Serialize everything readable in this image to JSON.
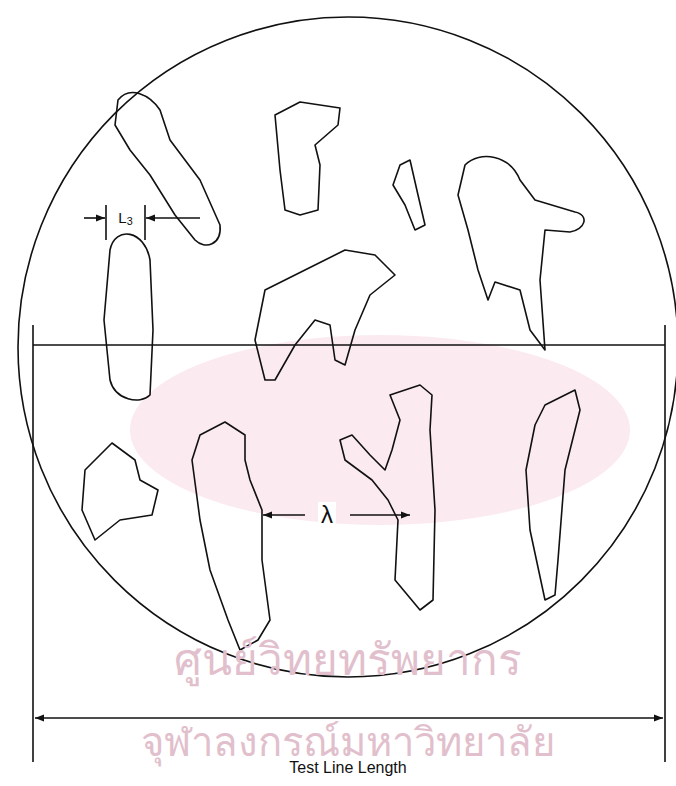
{
  "diagram": {
    "labels": [
      "L3",
      "λ",
      "Test Line Length",
      "ศูนย์วิทยทรัพยากร",
      "จุฬาลงกรณ์มหาวิทยาลัย"
    ]
  }
}
